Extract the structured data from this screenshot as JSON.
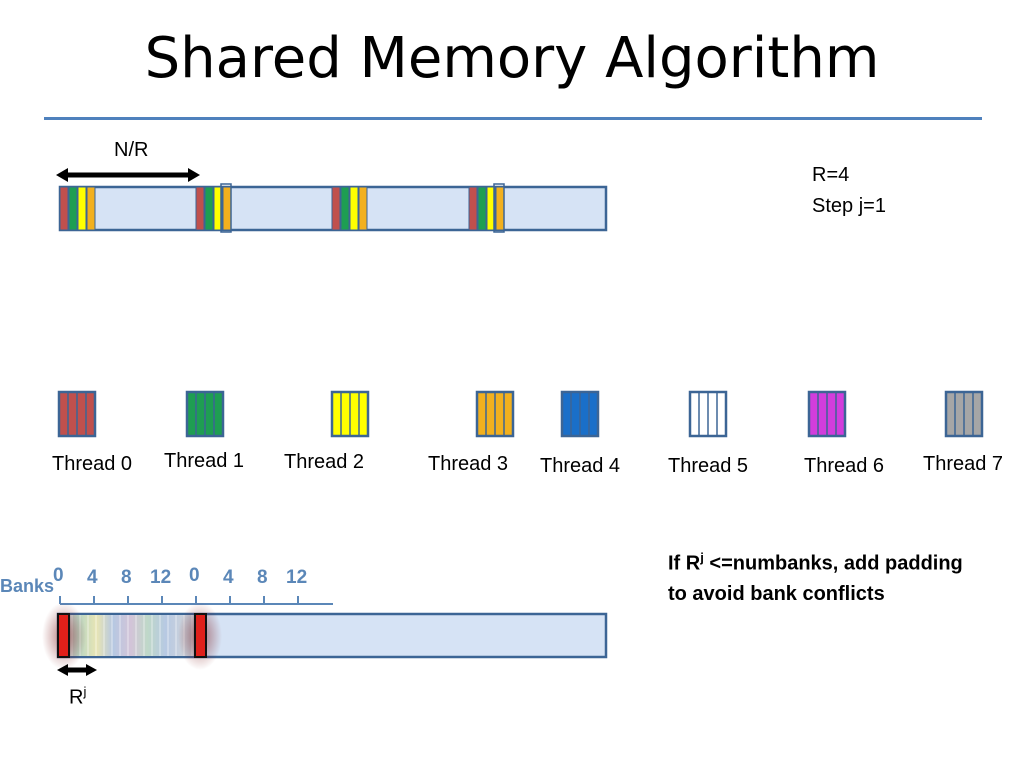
{
  "slide": {
    "title": "Shared Memory Algorithm"
  },
  "top_array": {
    "span_label": "N/R"
  },
  "params": {
    "r_line": "R=4",
    "step_line": "Step j=1"
  },
  "threads": [
    {
      "label": "Thread 0",
      "color": "#c0504d"
    },
    {
      "label": "Thread 1",
      "color": "#1e9e52"
    },
    {
      "label": "Thread 2",
      "color": "#ffff00"
    },
    {
      "label": "Thread 3",
      "color": "#f2b01e"
    },
    {
      "label": "Thread 4",
      "color": "#1a6fc9"
    },
    {
      "label": "Thread 5",
      "color": "#ffffff"
    },
    {
      "label": "Thread 6",
      "color": "#d23ddc"
    },
    {
      "label": "Thread 7",
      "color": "#a6a6a6"
    }
  ],
  "banks": {
    "label": "Banks",
    "ticks": [
      "0",
      "4",
      "8",
      "12",
      "0",
      "4",
      "8",
      "12"
    ]
  },
  "bottom_array": {
    "span_label_base": "R",
    "span_label_sup": "j"
  },
  "note": {
    "line1_prefix": "If R",
    "line1_sup": "j",
    "line1_suffix": " <=numbanks, add padding",
    "line2": "to avoid bank conflicts"
  },
  "colors": {
    "array_fill": "#d6e3f5",
    "array_stroke": "#3c6595",
    "divider": "#4f81bd",
    "bank_text": "#5b87b8",
    "padding_red": "#e0201a"
  }
}
